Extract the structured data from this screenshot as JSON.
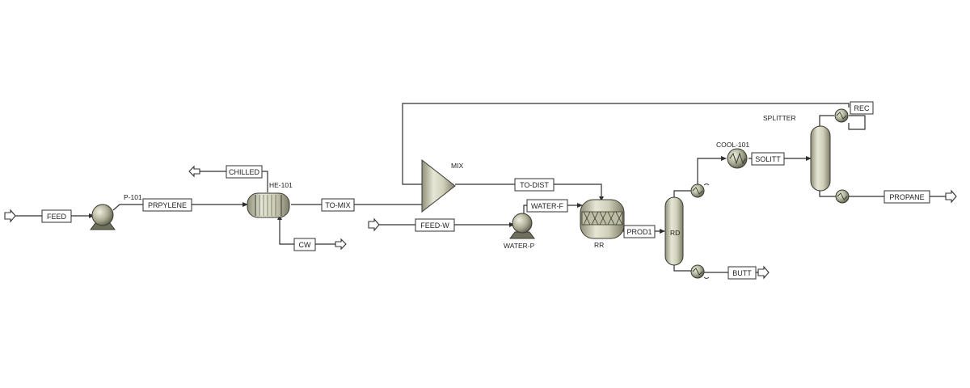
{
  "diagram": {
    "streams": {
      "feed": "FEED",
      "prpylene": "PRPYLENE",
      "chilled": "CHILLED",
      "cw": "CW",
      "to_mix": "TO-MIX",
      "feed_w": "FEED-W",
      "water_f": "WATER-F",
      "to_dist": "TO-DIST",
      "prod1": "PROD1",
      "butt": "BUTT",
      "solitt": "SOLITT",
      "rec": "REC",
      "propane": "PROPANE"
    },
    "equipment": {
      "pump": "P-101",
      "heat_exchanger": "HE-101",
      "mixer": "MIX",
      "water_pump": "WATER-P",
      "reactor": "RR",
      "column": "RD",
      "cooler": "COOL-101",
      "splitter": "SPLITTER"
    },
    "colors": {
      "equipment": "#c9c9b0",
      "line": "#303030",
      "background": "#ffffff"
    }
  }
}
